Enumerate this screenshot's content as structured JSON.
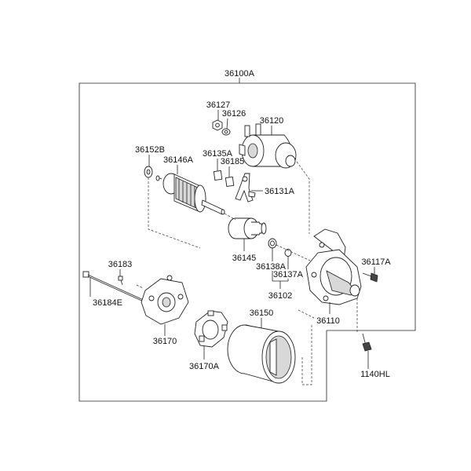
{
  "diagram": {
    "assembly_label": "36100A",
    "labels": {
      "p36127": "36127",
      "p36126": "36126",
      "p36120": "36120",
      "p36152B": "36152B",
      "p36135A": "36135A",
      "p36146A": "36146A",
      "p36185": "36185",
      "p36131A": "36131A",
      "p36183": "36183",
      "p36145": "36145",
      "p36138A": "36138A",
      "p36137A": "36137A",
      "p36117A": "36117A",
      "p36184E": "36184E",
      "p36102": "36102",
      "p36110": "36110",
      "p36150": "36150",
      "p36170": "36170",
      "p36170A": "36170A",
      "p1140HL": "1140HL"
    }
  }
}
